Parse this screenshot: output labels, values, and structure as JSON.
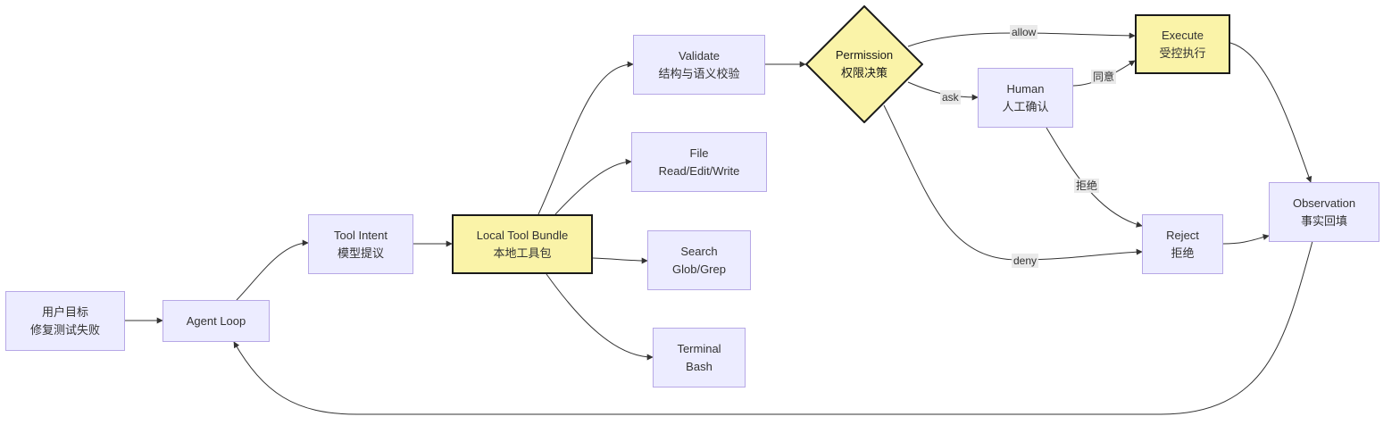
{
  "nodes": {
    "user_goal": {
      "line1": "用户目标",
      "line2": "修复测试失败"
    },
    "agent_loop": {
      "line1": "Agent Loop"
    },
    "tool_intent": {
      "line1": "Tool Intent",
      "line2": "模型提议"
    },
    "local_bundle": {
      "line1": "Local Tool Bundle",
      "line2": "本地工具包"
    },
    "validate": {
      "line1": "Validate",
      "line2": "结构与语义校验"
    },
    "file": {
      "line1": "File",
      "line2": "Read/Edit/Write"
    },
    "search": {
      "line1": "Search",
      "line2": "Glob/Grep"
    },
    "terminal": {
      "line1": "Terminal",
      "line2": "Bash"
    },
    "permission": {
      "line1": "Permission",
      "line2": "权限决策"
    },
    "human": {
      "line1": "Human",
      "line2": "人工确认"
    },
    "execute": {
      "line1": "Execute",
      "line2": "受控执行"
    },
    "reject": {
      "line1": "Reject",
      "line2": "拒绝"
    },
    "observation": {
      "line1": "Observation",
      "line2": "事实回填"
    }
  },
  "edge_labels": {
    "allow": "allow",
    "ask": "ask",
    "agree": "同意",
    "refuse": "拒绝",
    "deny": "deny"
  },
  "colors": {
    "node_fill": "#ECECFF",
    "node_border": "#B7A8E6",
    "highlight_fill": "#FAF3A8",
    "highlight_border": "#1a1a1a",
    "edge": "#333333"
  }
}
